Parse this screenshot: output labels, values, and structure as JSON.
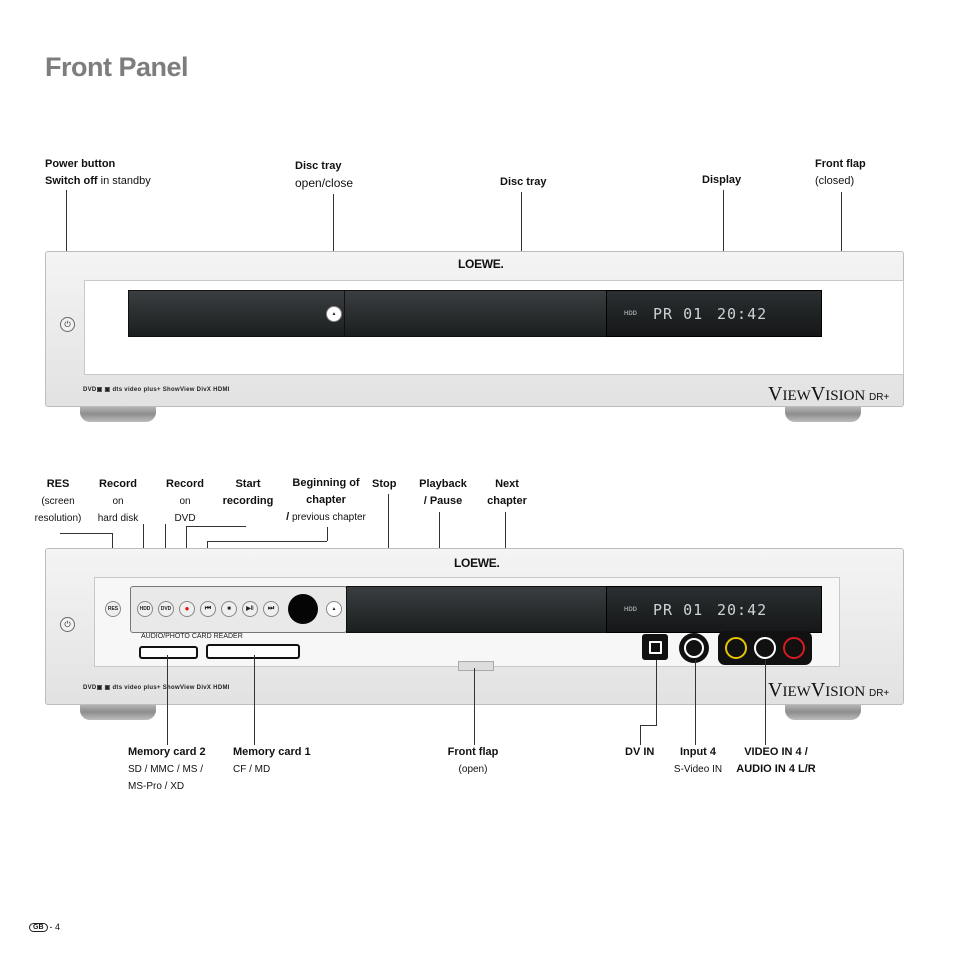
{
  "page": {
    "title": "Front Panel",
    "footer": {
      "badge": "GB",
      "page": "- 4"
    }
  },
  "device": {
    "brand": "LOEWE.",
    "model_v1": "V",
    "model_iew": "IEW",
    "model_v2": "V",
    "model_ision": "ISION",
    "model_dr": "DR+",
    "display_hdd": "HDD",
    "display_ch": "PR 01",
    "display_time": "20:42",
    "logos": "DVD▣ ▣ dts  video plus+  ShowView  DivX  HDMI",
    "card_reader_label": "AUDIO/PHOTO CARD READER"
  },
  "top_labels": {
    "power": {
      "l1": "Power button",
      "l2b": "Switch off",
      "l2": " in standby"
    },
    "tray_open": {
      "l1": "Disc tray",
      "l2": "open/close"
    },
    "tray": {
      "l1": "Disc tray"
    },
    "display": {
      "l1": "Display"
    },
    "flap": {
      "l1": "Front flap",
      "l2": "(closed)"
    }
  },
  "mid_labels": {
    "res": {
      "l1": "RES",
      "l2": "(screen",
      "l3": "resolution)"
    },
    "rec_hdd": {
      "l1": "Record",
      "l2": "on",
      "l3": "hard disk"
    },
    "rec_dvd": {
      "l1": "Record",
      "l2": "on",
      "l3": "DVD"
    },
    "start": {
      "l1": "Start",
      "l2": "recording"
    },
    "begin": {
      "l1": "Beginning of",
      "l2": "chapter",
      "l3b": "/",
      "l3": " previous chapter"
    },
    "stop": {
      "l1": "Stop"
    },
    "play": {
      "l1": "Playback",
      "l2": "/ Pause"
    },
    "next": {
      "l1": "Next",
      "l2": "chapter"
    }
  },
  "bottom_labels": {
    "mc2": {
      "l1": "Memory card 2",
      "l2": "SD / MMC / MS /",
      "l3": "MS-Pro / XD"
    },
    "mc1": {
      "l1": "Memory card 1",
      "l2": "CF / MD"
    },
    "flap_open": {
      "l1": "Front flap",
      "l2": "(open)"
    },
    "dvin": {
      "l1": "DV IN"
    },
    "input4": {
      "l1": "Input 4",
      "l2": "S-Video IN"
    },
    "video4": {
      "l1": "VIDEO IN 4 /",
      "l2": "AUDIO IN 4 L/R"
    }
  },
  "buttons": {
    "res": "RES",
    "hdd": "HDD",
    "dvd": "DVD",
    "rec": "●",
    "prev": "⏮",
    "stop": "■",
    "play": "▶‖",
    "next": "⏭",
    "eject": "▲",
    "power": "⏻"
  }
}
